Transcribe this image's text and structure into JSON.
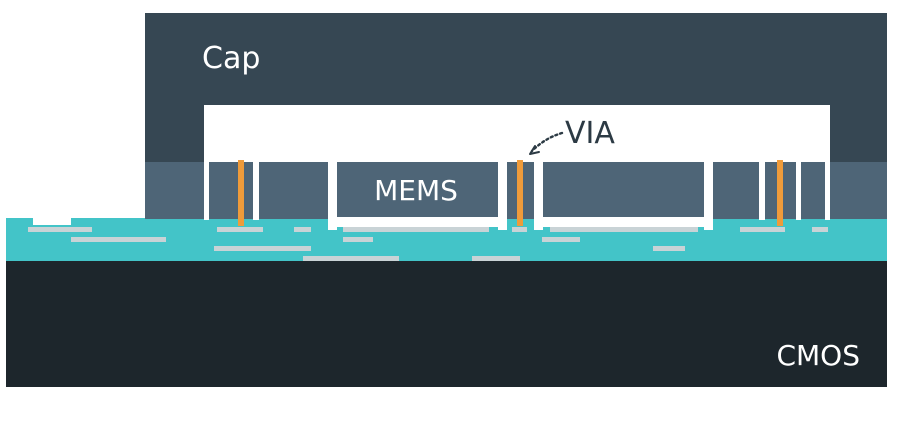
{
  "labels": {
    "cap": "Cap",
    "mems": "MEMS",
    "via": "VIA",
    "cmos": "CMOS"
  },
  "colors": {
    "cap": "#364753",
    "mems_layer": "#4e6577",
    "cavity": "#ffffff",
    "interconnect": "#43c4c8",
    "metal_trace": "#c9d3d6",
    "via": "#ef9b3a",
    "cmos": "#1d262c",
    "text_light": "#ffffff",
    "text_dark": "#2c3a44"
  }
}
